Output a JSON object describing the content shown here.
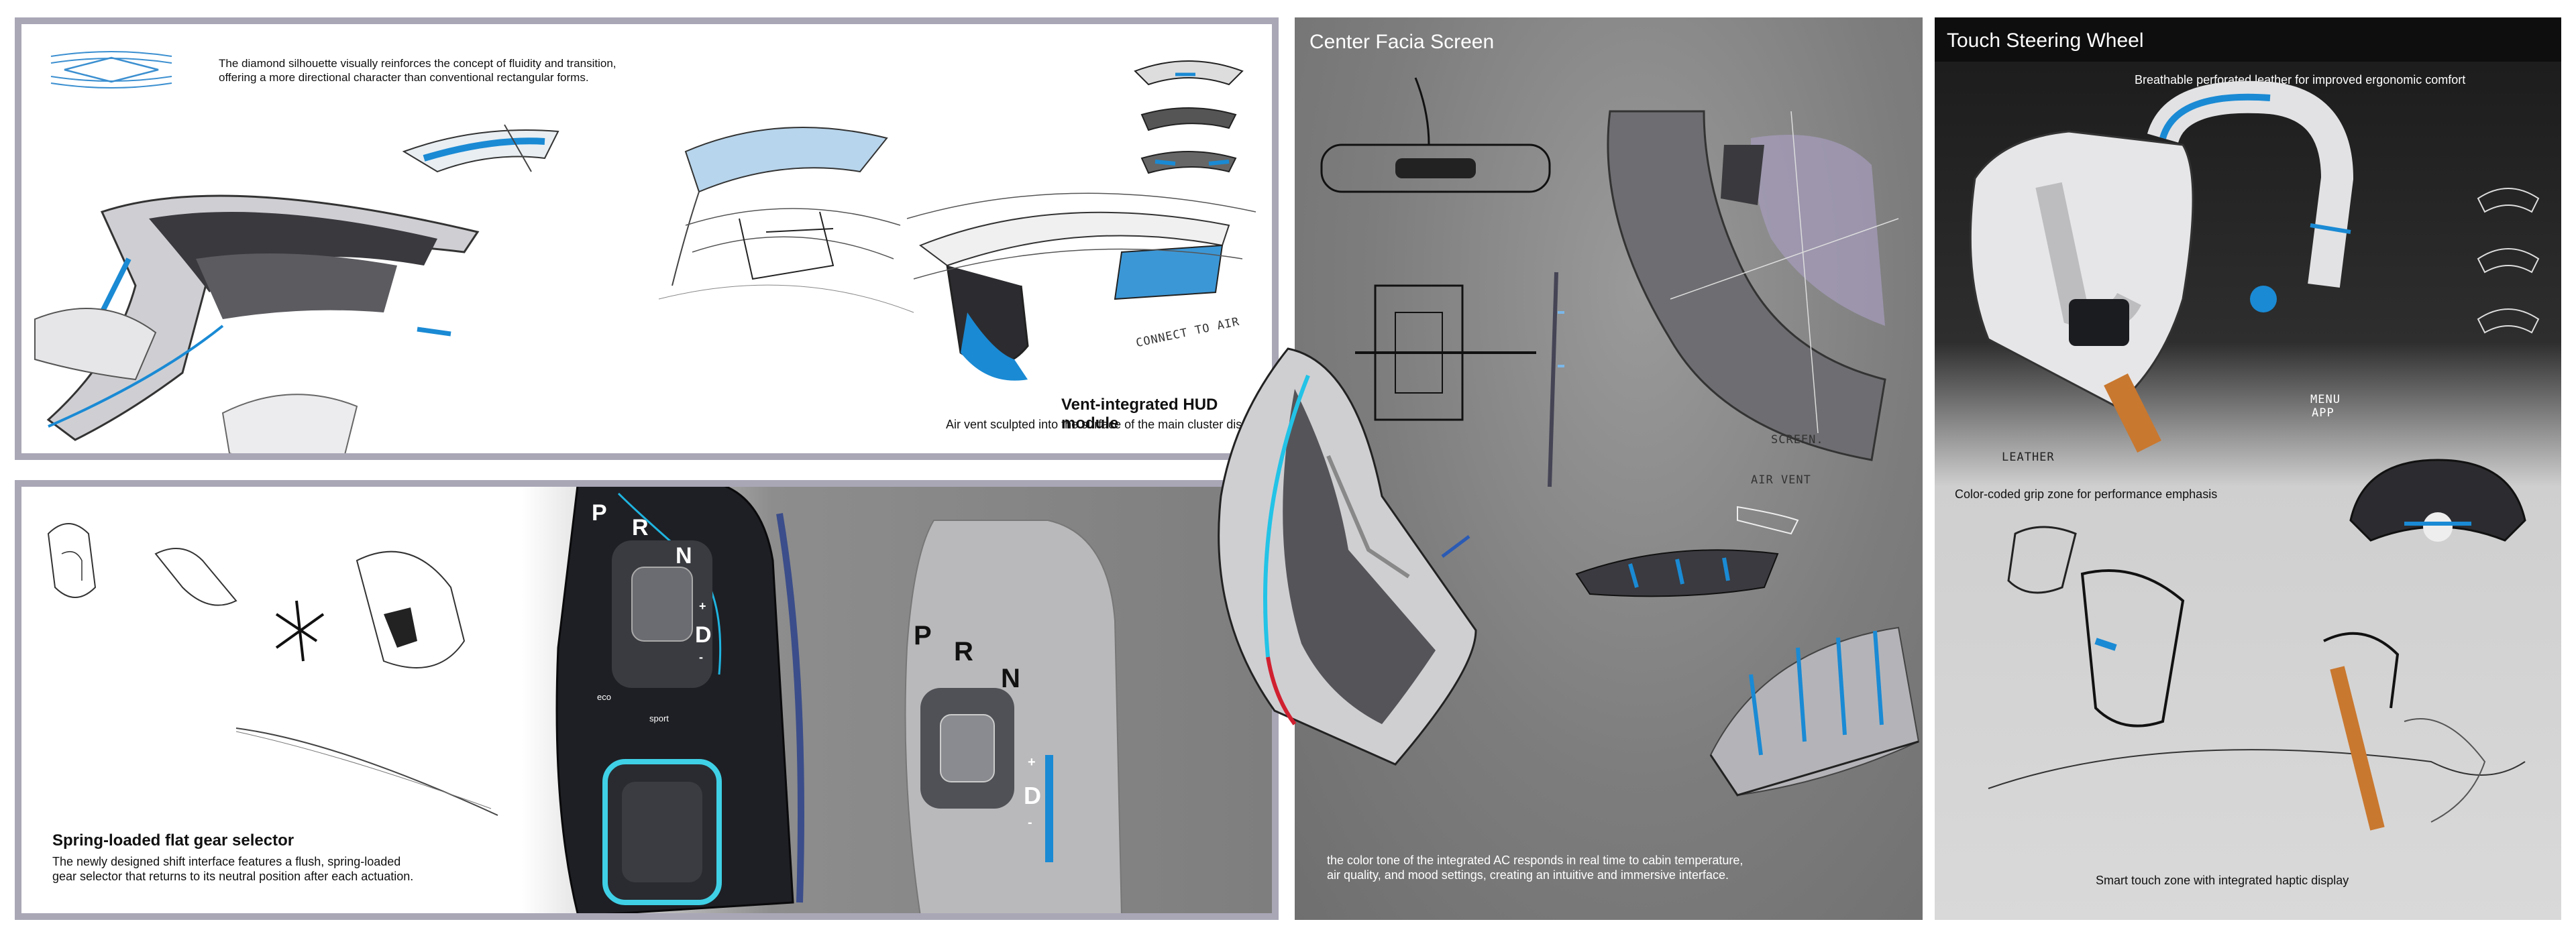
{
  "panel_top_left": {
    "intro_line1": "The diamond silhouette visually reinforces the concept of fluidity and transition,",
    "intro_line2": "offering a more directional character than conventional rectangular forms.",
    "heading": "Vent-integrated HUD module",
    "caption": "Air vent sculpted into the surface of the main cluster display",
    "sketch_note": "CONNECT TO AIR"
  },
  "panel_bottom_left": {
    "heading": "Spring-loaded flat gear selector",
    "caption_line1": "The newly designed shift interface features a flush, spring-loaded",
    "caption_line2": "gear selector that returns to its neutral position after each actuation.",
    "gear_letters": [
      "P",
      "R",
      "N",
      "D"
    ],
    "mode_labels": [
      "eco",
      "sport"
    ],
    "plus": "+",
    "minus": "-"
  },
  "panel_center": {
    "title": "Center Facia Screen",
    "caption_line1": "the color tone of the integrated AC responds in real time to cabin temperature,",
    "caption_line2": "air quality, and mood settings, creating an intuitive and immersive interface.",
    "note_screen": "SCREEN.",
    "note_air": "AIR VENT"
  },
  "panel_right": {
    "title": "Touch Steering Wheel",
    "caption_top": "Breathable perforated leather for improved ergonomic comfort",
    "caption_mid": "Color-coded grip zone for performance emphasis",
    "caption_bottom": "Smart touch zone with integrated haptic display",
    "note_leather": "LEATHER",
    "note_menu_line1": "MENU",
    "note_menu_line2": "APP"
  },
  "colors": {
    "accent_blue": "#1a8ad4",
    "frame_lavender": "#a9a7b6",
    "leather_orange": "#c9782f",
    "cyan_glow": "#3fd0e6"
  }
}
